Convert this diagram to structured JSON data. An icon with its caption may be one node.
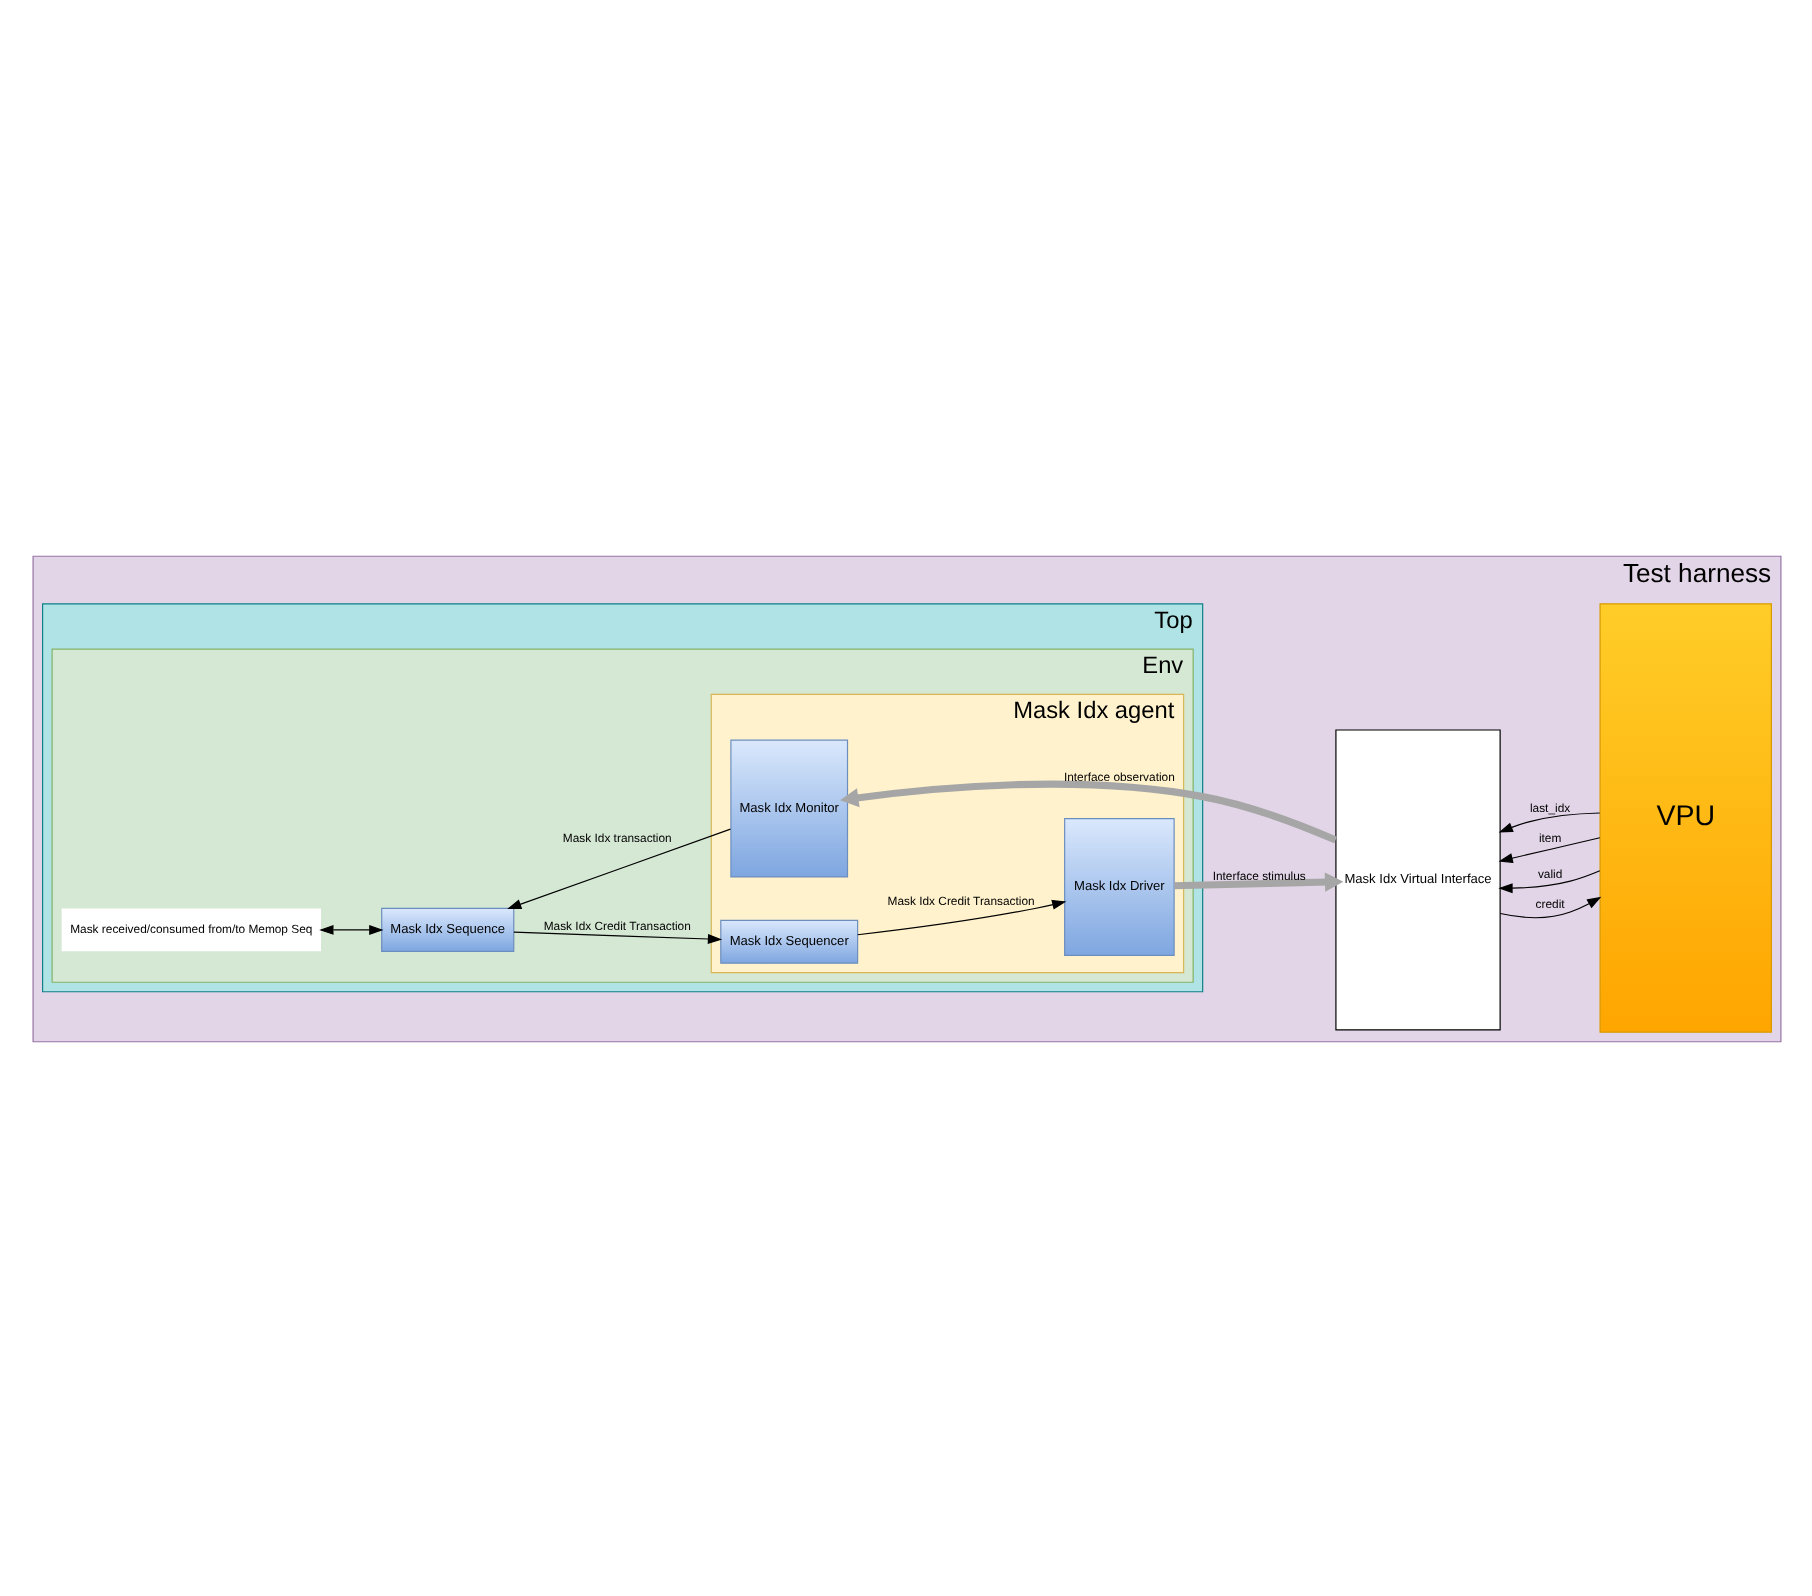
{
  "diagram": {
    "nodes": [
      {
        "text": [
          "Test harness"
        ]
      },
      {
        "text": [
          "Top"
        ],
        "in": 0
      },
      {
        "text": [
          "Env"
        ],
        "in": 1
      },
      {
        "text": [
          "Mask received/consumed from/to Memop Seq"
        ],
        "in": 2
      },
      {
        "text": [
          "Mask Idx Sequence"
        ],
        "in": 2
      },
      {
        "text": [
          "Mask Idx agent"
        ],
        "in": 2
      },
      {
        "text": [
          "Mask Idx Monitor"
        ],
        "in": 5
      },
      {
        "text": [
          "Mask Idx Sequencer"
        ],
        "in": 5
      },
      {
        "text": [
          "Mask Idx Driver"
        ],
        "in": 5
      },
      {
        "text": [
          "Mask Idx Virtual Interface"
        ],
        "in": 0
      },
      {
        "text": [
          "VPU"
        ],
        "in": 0
      }
    ],
    "edges": [
      {
        "from": 3,
        "to": 4,
        "arrow": "both"
      },
      {
        "from": 6,
        "to": 4,
        "arrow": "to",
        "label": "Mask Idx transaction"
      },
      {
        "from": 4,
        "to": 7,
        "arrow": "to",
        "label": "Mask Idx Credit Transaction"
      },
      {
        "from": 7,
        "to": 8,
        "arrow": "to",
        "label": "Mask Idx Credit Transaction"
      },
      {
        "from": 9,
        "to": 6,
        "arrow": "to",
        "label": "Interface observation",
        "style": "thick",
        "color": "#a6a6a6"
      },
      {
        "from": 8,
        "to": 9,
        "arrow": "to",
        "label": "Interface stimulus",
        "style": "thick",
        "color": "#a6a6a6"
      },
      {
        "from": 10,
        "to": 9,
        "arrow": "to",
        "label": "valid"
      },
      {
        "from": 10,
        "to": 9,
        "arrow": "to",
        "label": "item"
      },
      {
        "from": 10,
        "to": 9,
        "arrow": "to",
        "label": "last_idx"
      },
      {
        "from": 9,
        "to": 10,
        "arrow": "to",
        "label": "credit"
      }
    ]
  }
}
